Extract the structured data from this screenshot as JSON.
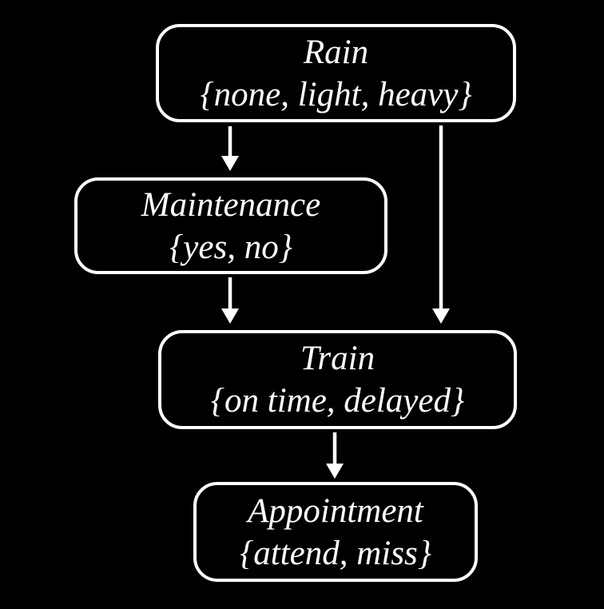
{
  "diagram": {
    "type": "bayesian-network",
    "background_color": "#000000",
    "node_border_color": "#ffffff",
    "text_color": "#ffffff",
    "arrow_color": "#ffffff",
    "nodes": {
      "rain": {
        "label": "Rain",
        "values": "{none, light, heavy}"
      },
      "maintenance": {
        "label": "Maintenance",
        "values": "{yes, no}"
      },
      "train": {
        "label": "Train",
        "values": "{on time, delayed}"
      },
      "appointment": {
        "label": "Appointment",
        "values": "{attend, miss}"
      }
    },
    "edges": [
      {
        "from": "Rain",
        "to": "Maintenance"
      },
      {
        "from": "Rain",
        "to": "Train"
      },
      {
        "from": "Maintenance",
        "to": "Train"
      },
      {
        "from": "Train",
        "to": "Appointment"
      }
    ]
  }
}
